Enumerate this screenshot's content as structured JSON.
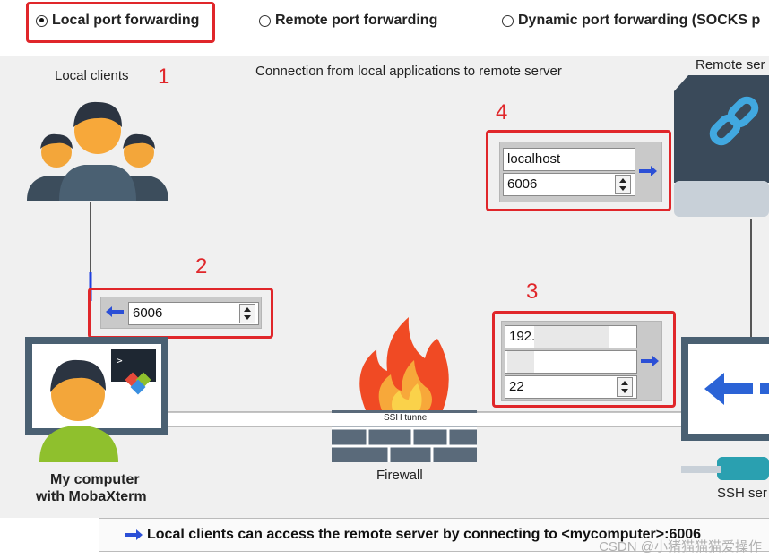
{
  "tabs": [
    {
      "label": "Local port forwarding",
      "selected": true
    },
    {
      "label": "Remote port forwarding",
      "selected": false
    },
    {
      "label": "Dynamic port forwarding (SOCKS p",
      "selected": false
    }
  ],
  "diagram": {
    "caption": "Connection from local applications to remote server",
    "local_clients_label": "Local clients",
    "remote_server_label": "Remote ser",
    "my_computer_label_line1": "My computer",
    "my_computer_label_line2": "with MobaXterm",
    "firewall_label": "Firewall",
    "ssh_tunnel_label": "SSH tunnel",
    "ssh_server_label": "SSH ser",
    "local_port": "6006",
    "remote_host": "localhost",
    "remote_port": "6006",
    "ssh_host": "192.",
    "ssh_user": "",
    "ssh_port": "22",
    "markers": [
      "1",
      "2",
      "3",
      "4"
    ]
  },
  "footer": {
    "text": "Local clients can access the remote server by connecting to <mycomputer>:6006"
  },
  "watermark": "CSDN @小猪猫猫猫爱操作"
}
